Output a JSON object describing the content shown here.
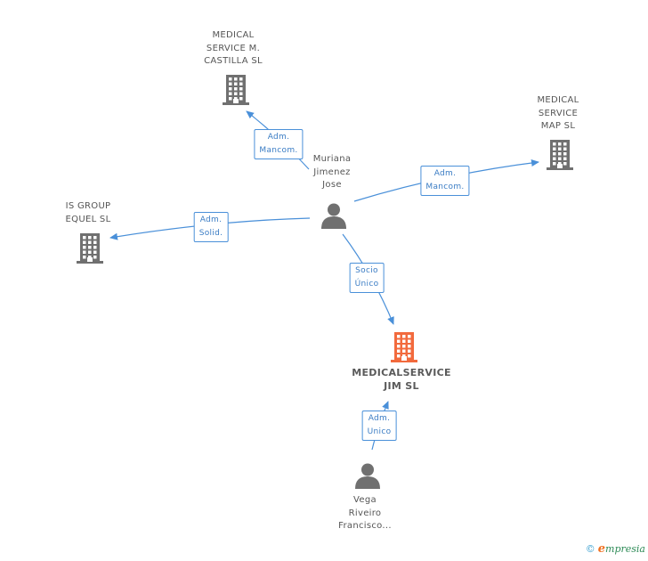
{
  "nodes": {
    "castilla": {
      "lines": [
        "MEDICAL",
        "SERVICE M.",
        "CASTILLA SL"
      ]
    },
    "map": {
      "lines": [
        "MEDICAL",
        "SERVICE",
        "MAP SL"
      ]
    },
    "isgroup": {
      "lines": [
        "IS GROUP",
        "EQUEL SL"
      ]
    },
    "muriana": {
      "lines": [
        "Muriana",
        "Jimenez",
        "Jose"
      ]
    },
    "main": {
      "lines": [
        "MEDICALSERVICE",
        "JIM  SL"
      ]
    },
    "vega": {
      "lines": [
        "Vega",
        "Riveiro",
        "Francisco..."
      ]
    }
  },
  "edges": {
    "e1": {
      "lines": [
        "Adm.",
        "Mancom."
      ]
    },
    "e2": {
      "lines": [
        "Adm.",
        "Mancom."
      ]
    },
    "e3": {
      "lines": [
        "Adm.",
        "Solid."
      ]
    },
    "e4": {
      "lines": [
        "Socio",
        "Único"
      ]
    },
    "e5": {
      "lines": [
        "Adm.",
        "Unico"
      ]
    }
  },
  "colors": {
    "company": "#707070",
    "company_main": "#f26a3d",
    "person": "#707070",
    "edge": "#4a90d9"
  },
  "footer": {
    "copyright": "©",
    "brand_e": "e",
    "brand_rest": "mpresia"
  }
}
